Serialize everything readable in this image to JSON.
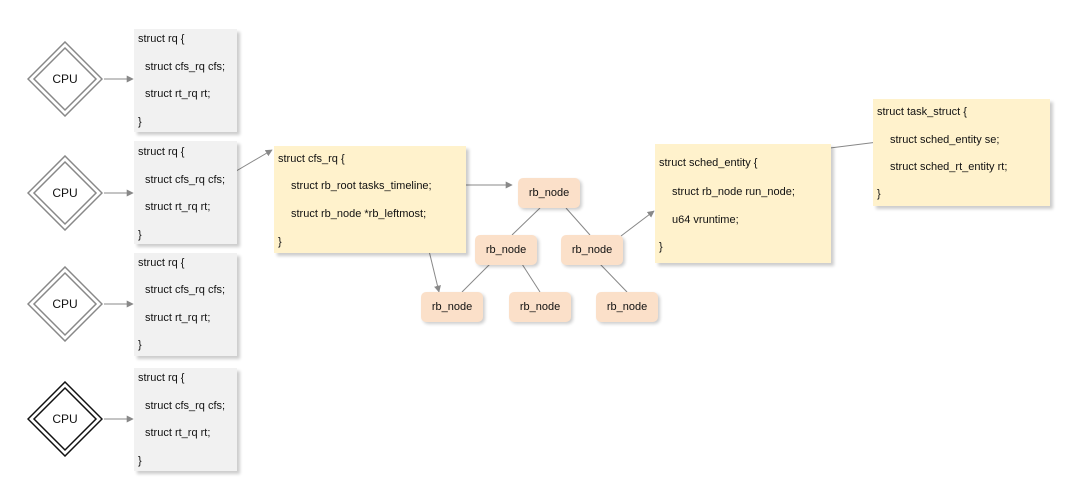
{
  "cpus": [
    {
      "label": "CPU",
      "style": "double-light"
    },
    {
      "label": "CPU",
      "style": "double-light"
    },
    {
      "label": "CPU",
      "style": "double-light"
    },
    {
      "label": "CPU",
      "style": "double-dark"
    }
  ],
  "rq_boxes": [
    {
      "lines": [
        "struct rq {",
        "struct cfs_rq cfs;",
        "struct rt_rq rt;",
        "}"
      ]
    },
    {
      "lines": [
        "struct rq {",
        "struct cfs_rq cfs;",
        "struct rt_rq rt;",
        "}"
      ]
    },
    {
      "lines": [
        "struct rq {",
        "struct cfs_rq cfs;",
        "struct rt_rq rt;",
        "}"
      ]
    },
    {
      "lines": [
        "struct rq {",
        "struct cfs_rq cfs;",
        "struct rt_rq rt;",
        "}"
      ]
    }
  ],
  "cfs_rq": {
    "lines": [
      "struct cfs_rq {",
      "struct rb_root tasks_timeline;",
      "struct rb_node *rb_leftmost;",
      "}"
    ]
  },
  "rb_nodes": [
    "rb_node",
    "rb_node",
    "rb_node",
    "rb_node",
    "rb_node",
    "rb_node"
  ],
  "sched_entity": {
    "lines": [
      "struct sched_entity {",
      "struct rb_node run_node;",
      "u64 vruntime;",
      "}"
    ]
  },
  "task_struct": {
    "lines": [
      "struct task_struct {",
      "struct sched_entity se;",
      "struct sched_rt_entity rt;",
      "}"
    ]
  },
  "colors": {
    "rq_fill": "#f1f1f1",
    "struct_fill": "#fff2cc",
    "rb_node_fill": "#fbe0c9",
    "connector": "#888888"
  }
}
